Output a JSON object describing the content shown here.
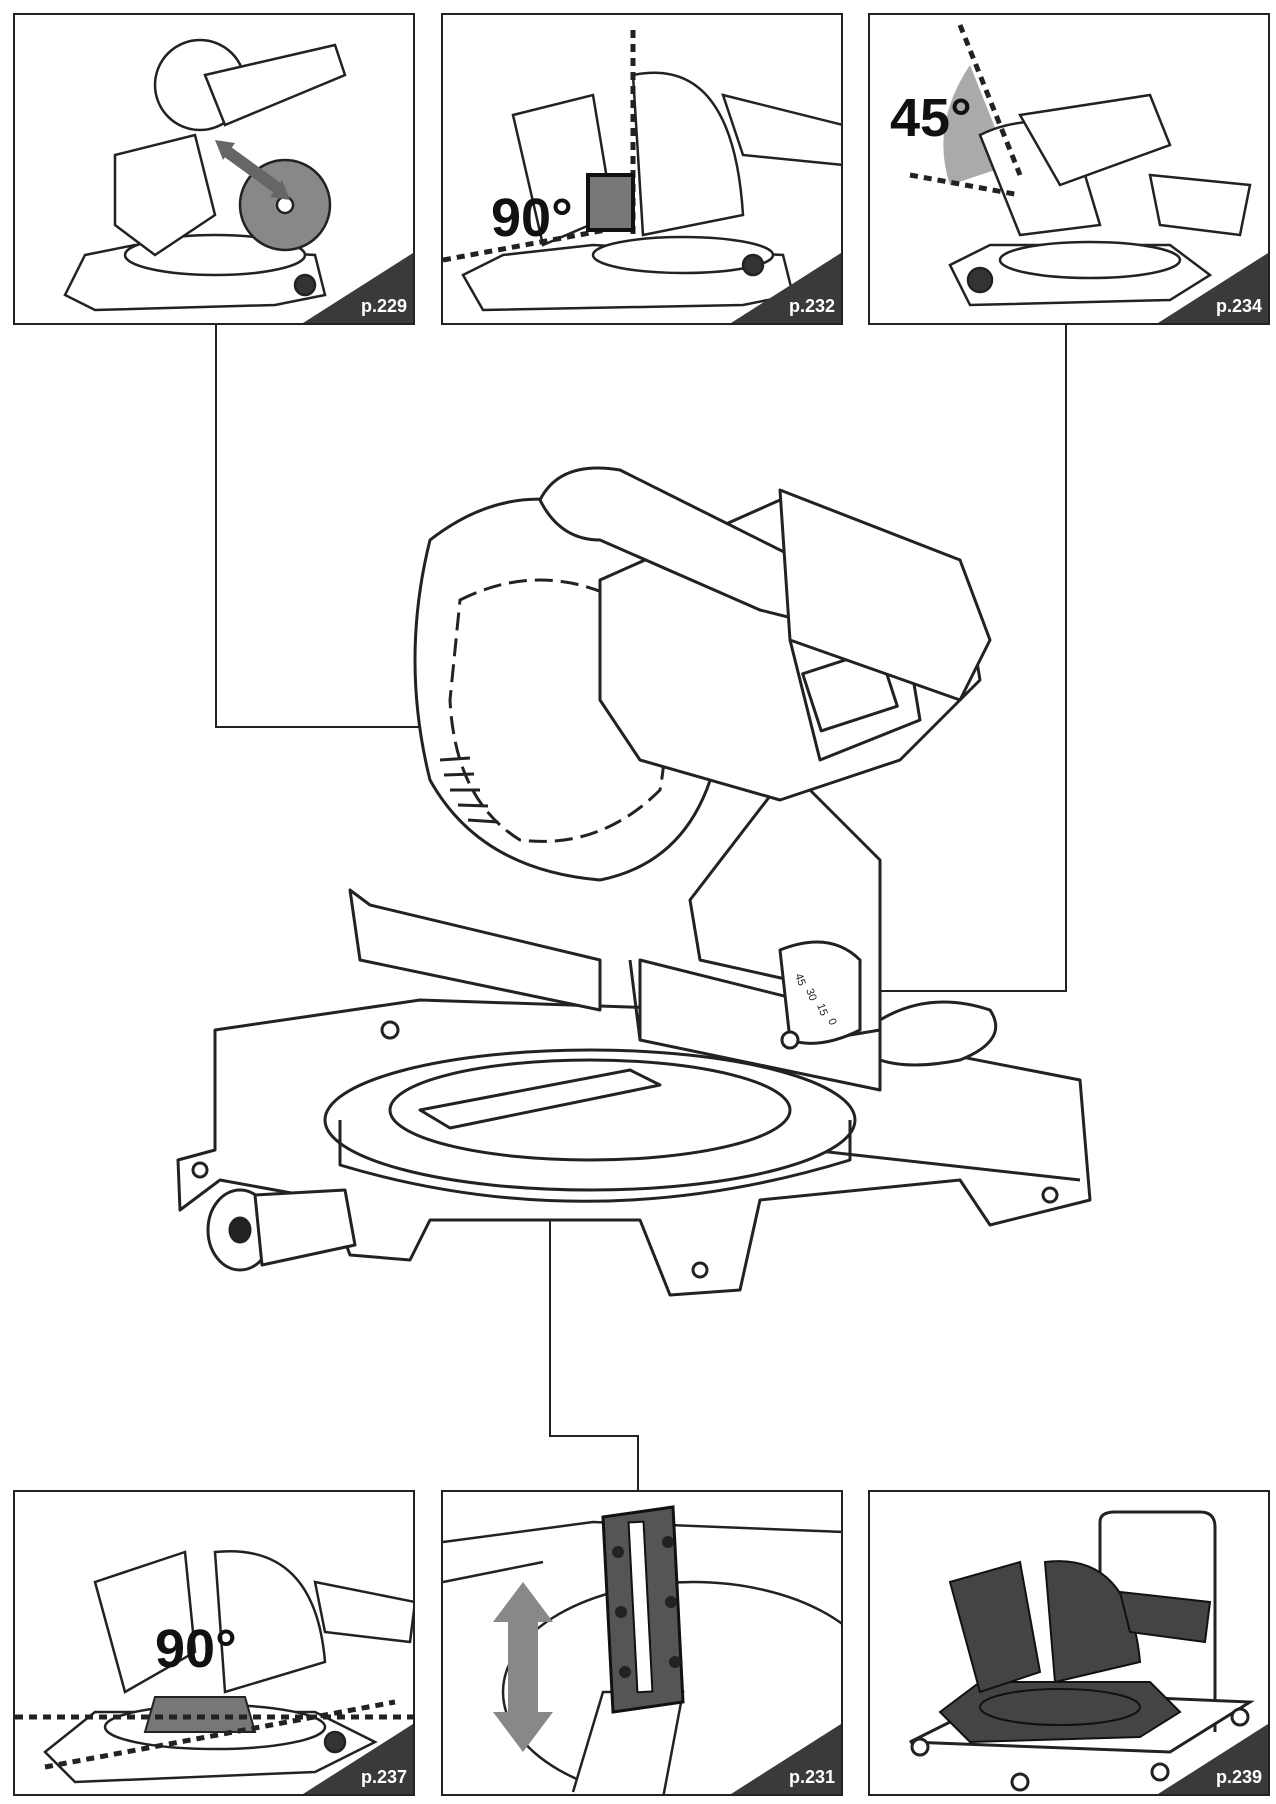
{
  "panels": [
    {
      "id": "top-left",
      "page": "p.229"
    },
    {
      "id": "top-middle",
      "page": "p.232",
      "angle": "90°"
    },
    {
      "id": "top-right",
      "page": "p.234",
      "angle": "45°"
    },
    {
      "id": "bottom-left",
      "page": "p.237",
      "angle": "90°"
    },
    {
      "id": "bottom-middle",
      "page": "p.231"
    },
    {
      "id": "bottom-right",
      "page": "p.239"
    }
  ],
  "bevel_scale": [
    "45",
    "30",
    "15",
    "0"
  ]
}
